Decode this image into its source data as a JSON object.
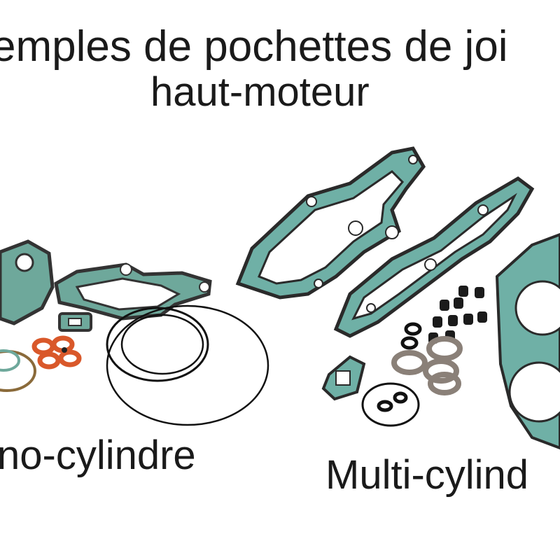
{
  "title": {
    "line1": "emples de pochettes de joi",
    "line2": "haut-moteur"
  },
  "captions": {
    "mono": "no-cylindre",
    "multi": "Multi-cylind"
  },
  "colors": {
    "gasket_green": "#5fa89c",
    "gasket_outline": "#2a2a2a",
    "copper": "#d9582a",
    "oring": "#111111",
    "steel_ring": "#8a8078",
    "seal_black": "#1b1b1b"
  }
}
